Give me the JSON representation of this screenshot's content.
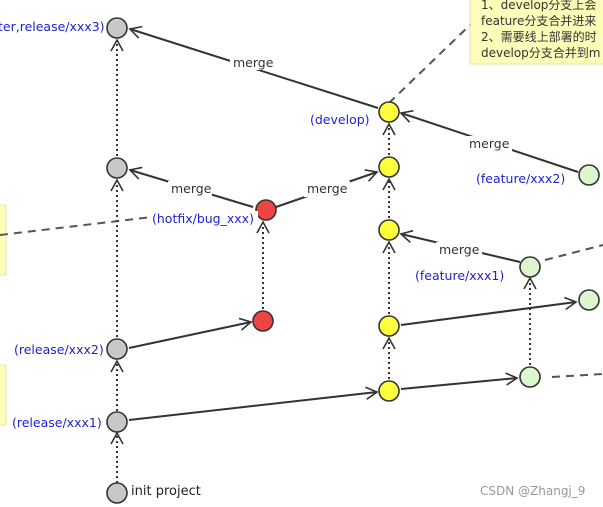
{
  "diagram": {
    "labels": {
      "master": "ter,release/xxx3)",
      "develop": "(develop)",
      "feature_xxx2": "(feature/xxx2)",
      "hotfix": "(hotfix/bug_xxx)",
      "feature_xxx1": "(feature/xxx1)",
      "release_xxx2": "(release/xxx2)",
      "release_xxx1": "(release/xxx1)",
      "init": "init project"
    },
    "merge_labels": {
      "develop_to_master": "merge",
      "hotfix_to_master": "merge",
      "hotfix_to_develop": "merge",
      "feature2_to_develop": "merge",
      "feature1_to_develop": "merge"
    },
    "note": {
      "line1": "1、develop分支上会",
      "line2": "feature分支合并进来",
      "line3": "2、需要线上部署的时",
      "line4": "develop分支合并到m"
    },
    "watermark": "CSDN @Zhangj_9",
    "colors": {
      "master_node": "#c8c8c8",
      "develop_node": "#ffff3c",
      "hotfix_node": "#ee4444",
      "feature_node": "#dcf7cf",
      "note_bg": "#fdfdb9",
      "label_blue": "#1f1fd0"
    }
  }
}
